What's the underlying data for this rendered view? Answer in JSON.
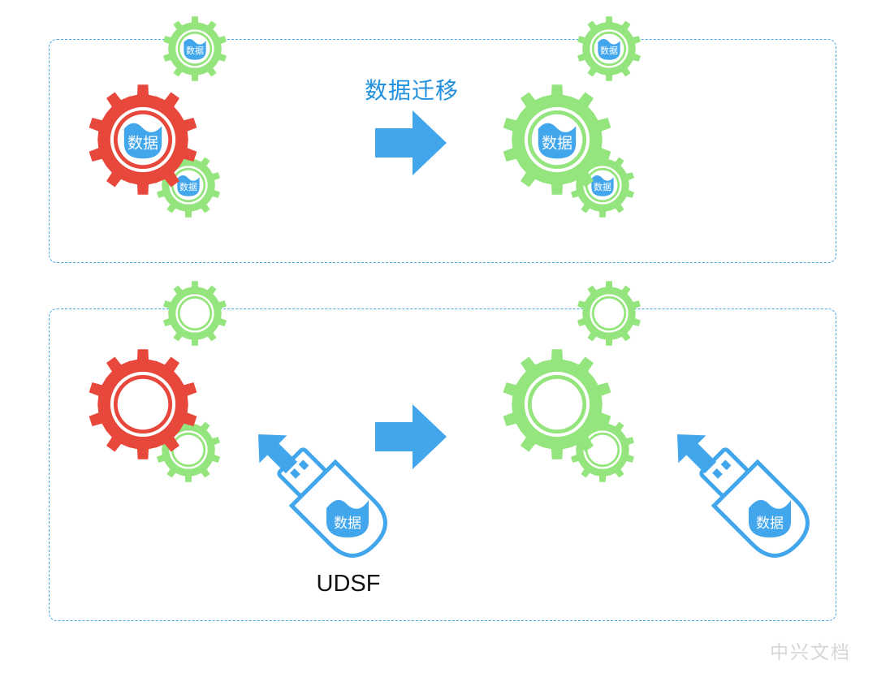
{
  "diagram": {
    "title": "数据迁移",
    "data_label": "数据",
    "device_label": "UDSF",
    "watermark": "中兴文档"
  },
  "colors": {
    "gear_source": "#e8473b",
    "gear_target": "#94e57d",
    "accent_blue": "#42a6ec",
    "panel_border": "#45a8e6",
    "title_text": "#1f8fde"
  },
  "icons": {
    "gear": "gear-icon",
    "arrow": "arrow-right-icon",
    "usb": "usb-drive-icon"
  }
}
